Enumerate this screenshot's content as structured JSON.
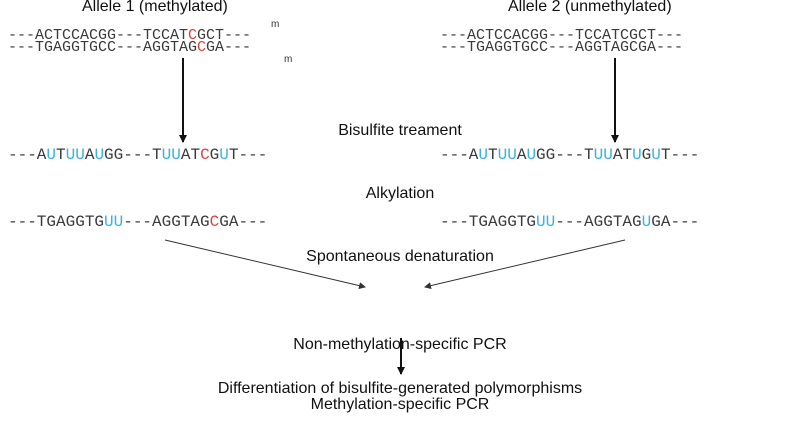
{
  "allele1": {
    "title": "Allele 1 (methylated)",
    "methyl_mark": "m",
    "dna_top": [
      {
        "t": "---ACTCCACGG---TCCAT",
        "c": ""
      },
      {
        "t": "C",
        "c": "red"
      },
      {
        "t": "GCT---",
        "c": ""
      }
    ],
    "dna_bottom": [
      {
        "t": "---TGAGGTGCC---AGGTAG",
        "c": ""
      },
      {
        "t": "C",
        "c": "red"
      },
      {
        "t": "GA---",
        "c": ""
      }
    ],
    "converted_top": [
      {
        "t": "---A",
        "c": ""
      },
      {
        "t": "U",
        "c": "blue"
      },
      {
        "t": "T",
        "c": ""
      },
      {
        "t": "UU",
        "c": "blue"
      },
      {
        "t": "A",
        "c": ""
      },
      {
        "t": "U",
        "c": "blue"
      },
      {
        "t": "GG---T",
        "c": ""
      },
      {
        "t": "UU",
        "c": "blue"
      },
      {
        "t": "AT",
        "c": ""
      },
      {
        "t": "C",
        "c": "red"
      },
      {
        "t": "G",
        "c": ""
      },
      {
        "t": "U",
        "c": "blue"
      },
      {
        "t": "T---",
        "c": ""
      }
    ],
    "converted_bottom": [
      {
        "t": "---TGAGGTG",
        "c": ""
      },
      {
        "t": "UU",
        "c": "blue"
      },
      {
        "t": "---AGGTAG",
        "c": ""
      },
      {
        "t": "C",
        "c": "red"
      },
      {
        "t": "GA---",
        "c": ""
      }
    ]
  },
  "allele2": {
    "title": "Allele 2 (unmethylated)",
    "dna_top": [
      {
        "t": "---ACTCCACGG---TCCATCGCT---",
        "c": ""
      }
    ],
    "dna_bottom": [
      {
        "t": "---TGAGGTGCC---AGGTAGCGA---",
        "c": ""
      }
    ],
    "converted_top": [
      {
        "t": "---A",
        "c": ""
      },
      {
        "t": "U",
        "c": "blue"
      },
      {
        "t": "T",
        "c": ""
      },
      {
        "t": "UU",
        "c": "blue"
      },
      {
        "t": "A",
        "c": ""
      },
      {
        "t": "U",
        "c": "blue"
      },
      {
        "t": "GG---T",
        "c": ""
      },
      {
        "t": "UU",
        "c": "blue"
      },
      {
        "t": "AT",
        "c": ""
      },
      {
        "t": "U",
        "c": "blue"
      },
      {
        "t": "G",
        "c": ""
      },
      {
        "t": "U",
        "c": "blue"
      },
      {
        "t": "T---",
        "c": ""
      }
    ],
    "converted_bottom": [
      {
        "t": "---TGAGGTG",
        "c": ""
      },
      {
        "t": "UU",
        "c": "blue"
      },
      {
        "t": "---AGGTAG",
        "c": ""
      },
      {
        "t": "U",
        "c": "blue"
      },
      {
        "t": "GA---",
        "c": ""
      }
    ]
  },
  "steps": {
    "treatment": [
      "Bisulfite treament",
      "Alkylation",
      "Spontaneous denaturation"
    ],
    "pcr": [
      "Non-methylation-specific PCR",
      "Methylation-specific PCR"
    ],
    "result": "Differentiation of bisulfite-generated polymorphisms"
  },
  "colors": {
    "methylated_c": "#e0413a",
    "converted_u": "#36b3e6",
    "sequence_text": "#3a3a3a",
    "arrow": "#111111"
  }
}
